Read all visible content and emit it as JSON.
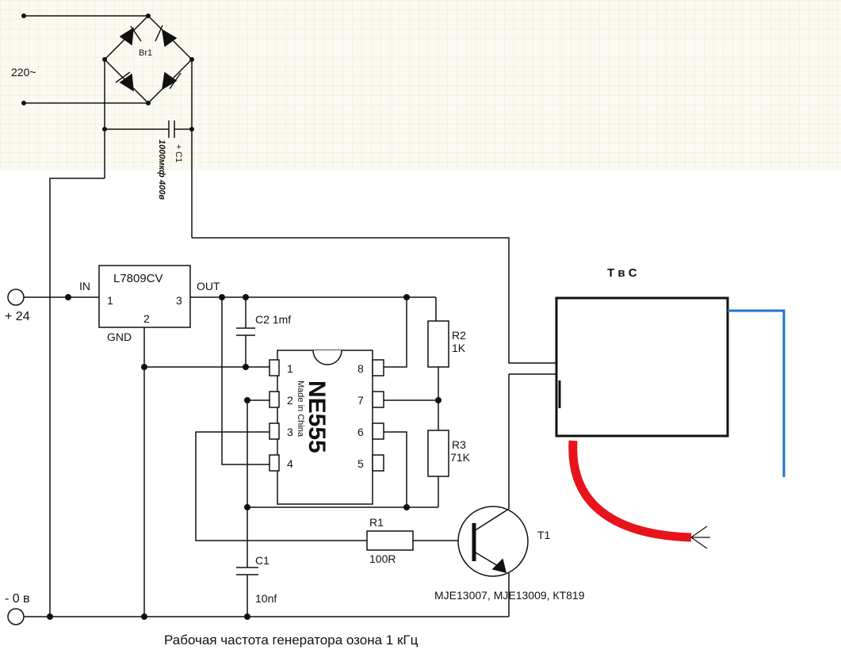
{
  "mains": {
    "voltage": "220~",
    "bridge": "Br1",
    "capacitor": "C1",
    "capacitor_polarity": "+",
    "capacitor_value": "1000мкф 400в"
  },
  "power": {
    "plus_label": "+ 24",
    "minus_label": "- 0 в"
  },
  "regulator": {
    "name": "L7809CV",
    "in": "IN",
    "out": "OUT",
    "gnd": "GND",
    "pin1": "1",
    "pin2": "2",
    "pin3": "3"
  },
  "c2": {
    "label": "C2 1mf"
  },
  "ne555": {
    "name": "NE555",
    "subtitle": "Made in China",
    "pins": [
      "1",
      "2",
      "3",
      "4",
      "5",
      "6",
      "7",
      "8"
    ]
  },
  "r2": {
    "name": "R2",
    "value": "1K"
  },
  "r3": {
    "name": "R3",
    "value": "71K"
  },
  "r1": {
    "name": "R1",
    "value": "100R"
  },
  "c1": {
    "name": "C1",
    "value": "10nf"
  },
  "transistor": {
    "name": "T1",
    "options": "MJE13007, MJE13009, КТ819"
  },
  "transformer": {
    "label": "Т в С"
  },
  "caption": "Рабочая частота генератора озона 1 кГц",
  "colors": {
    "hv_red": "#e8141c",
    "hv_blue": "#1d77c8",
    "grid": "#f2eed8"
  }
}
